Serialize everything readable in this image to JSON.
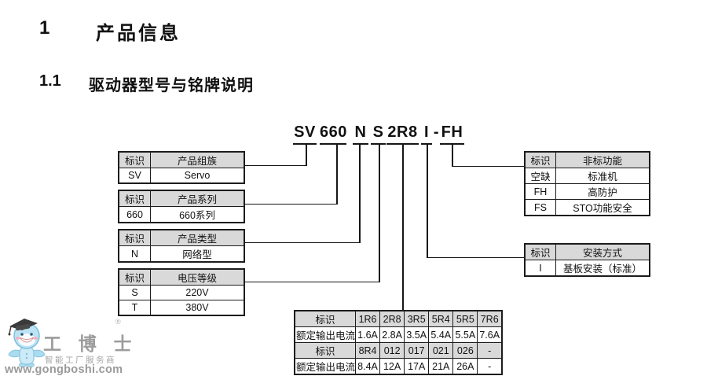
{
  "page": {
    "section_number": "1",
    "section_title": "产品信息",
    "subsection_number": "1.1",
    "subsection_title": "驱动器型号与铭牌说明"
  },
  "model": {
    "full": "SV 660 N S 2R8 I - FH",
    "segments": [
      "SV",
      "660",
      "N",
      "S",
      "2R8",
      "I",
      "-",
      "FH"
    ]
  },
  "tables": {
    "family": {
      "rows": [
        {
          "shaded": true,
          "cells": [
            "标识",
            "产品组族"
          ]
        },
        {
          "shaded": false,
          "cells": [
            "SV",
            "Servo"
          ]
        }
      ]
    },
    "series": {
      "rows": [
        {
          "shaded": true,
          "cells": [
            "标识",
            "产品系列"
          ]
        },
        {
          "shaded": false,
          "cells": [
            "660",
            "660系列"
          ]
        }
      ]
    },
    "type": {
      "rows": [
        {
          "shaded": true,
          "cells": [
            "标识",
            "产品类型"
          ]
        },
        {
          "shaded": false,
          "cells": [
            "N",
            "网络型"
          ]
        }
      ]
    },
    "voltage": {
      "rows": [
        {
          "shaded": true,
          "cells": [
            "标识",
            "电压等级"
          ]
        },
        {
          "shaded": false,
          "cells": [
            "S",
            "220V"
          ]
        },
        {
          "shaded": false,
          "cells": [
            "T",
            "380V"
          ]
        }
      ]
    },
    "nonstandard": {
      "rows": [
        {
          "shaded": true,
          "cells": [
            "标识",
            "非标功能"
          ]
        },
        {
          "shaded": false,
          "cells": [
            "空缺",
            "标准机"
          ]
        },
        {
          "shaded": false,
          "cells": [
            "FH",
            "高防护"
          ]
        },
        {
          "shaded": false,
          "cells": [
            "FS",
            "STO功能安全"
          ]
        }
      ]
    },
    "mounting": {
      "rows": [
        {
          "shaded": true,
          "cells": [
            "标识",
            "安装方式"
          ]
        },
        {
          "shaded": false,
          "cells": [
            "I",
            "基板安装（标准）"
          ]
        }
      ]
    },
    "current": {
      "rows": [
        {
          "shaded": true,
          "cells": [
            "标识",
            "1R6",
            "2R8",
            "3R5",
            "5R4",
            "5R5",
            "7R6"
          ]
        },
        {
          "shaded": false,
          "cells": [
            "额定输出电流",
            "1.6A",
            "2.8A",
            "3.5A",
            "5.4A",
            "5.5A",
            "7.6A"
          ]
        },
        {
          "shaded": true,
          "cells": [
            "标识",
            "8R4",
            "012",
            "017",
            "021",
            "026",
            "-"
          ]
        },
        {
          "shaded": false,
          "cells": [
            "额定输出电流",
            "8.4A",
            "12A",
            "17A",
            "21A",
            "26A",
            "-"
          ]
        }
      ]
    }
  },
  "watermark": {
    "title": "工 博 士",
    "subtitle": "智能工厂服务商",
    "url": "www.gongboshi.com",
    "registered": "®"
  },
  "colors": {
    "table_header_fill": "#d9d9d9",
    "line": "#1c1c1c",
    "text": "#111111",
    "watermark_gray": "#9a9a9a",
    "mascot_blue": "#aadcf0"
  }
}
